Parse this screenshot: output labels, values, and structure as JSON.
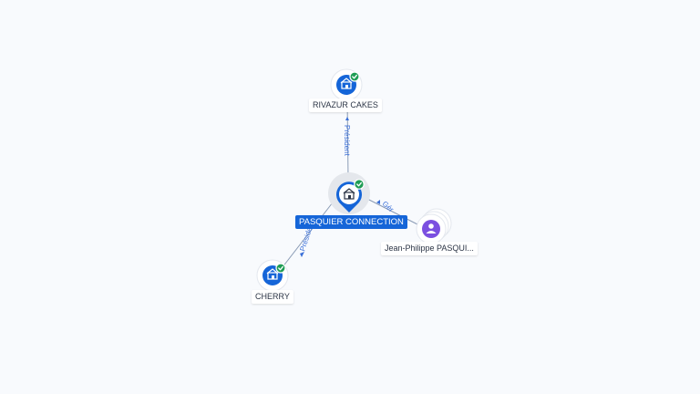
{
  "nodes": {
    "main": {
      "name": "PASQUIER CONNECTION",
      "icon": "company-icon",
      "verified": true
    },
    "rivazur": {
      "name": "RIVAZUR CAKES",
      "icon": "company-icon",
      "verified": true
    },
    "cherry": {
      "name": "CHERRY",
      "icon": "company-icon",
      "verified": true
    },
    "person": {
      "name": "Jean-Philippe PASQUI...",
      "icon": "person-icon"
    }
  },
  "edges": {
    "rivazur": {
      "label": "Président"
    },
    "cherry": {
      "label": "Président"
    },
    "person": {
      "label": "Gér"
    }
  },
  "colors": {
    "company": "#1565d8",
    "person": "#7b4fe0",
    "verified": "#1f9d55",
    "edge_label": "#3a6fd8"
  }
}
